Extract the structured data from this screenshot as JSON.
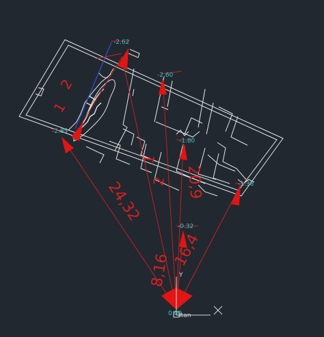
{
  "drawing": {
    "background": "#212830",
    "linework_color": "#e6e6e6",
    "dimension_color": "#d42020",
    "label_color": "#2fc9cf",
    "origin_label": "0.00",
    "ucs_y_label": "Y",
    "ucs_x_label": "X",
    "ucs_tag": "Itan"
  },
  "level_marks": [
    {
      "id": "top-left",
      "text": "-2.62"
    },
    {
      "id": "top-right",
      "text": "-2.60"
    },
    {
      "id": "left",
      "text": "-2.85"
    },
    {
      "id": "middle",
      "text": "-1.80"
    },
    {
      "id": "right",
      "text": "-1.38"
    },
    {
      "id": "bottom",
      "text": "-0.32"
    }
  ],
  "dimensions": [
    {
      "id": "d1",
      "text": "24,32"
    },
    {
      "id": "d2",
      "text": "8,16"
    },
    {
      "id": "d3",
      "text": "20,9"
    },
    {
      "id": "d4",
      "text": "16,4"
    },
    {
      "id": "d5",
      "text": "1"
    },
    {
      "id": "d6",
      "text": "2"
    }
  ]
}
